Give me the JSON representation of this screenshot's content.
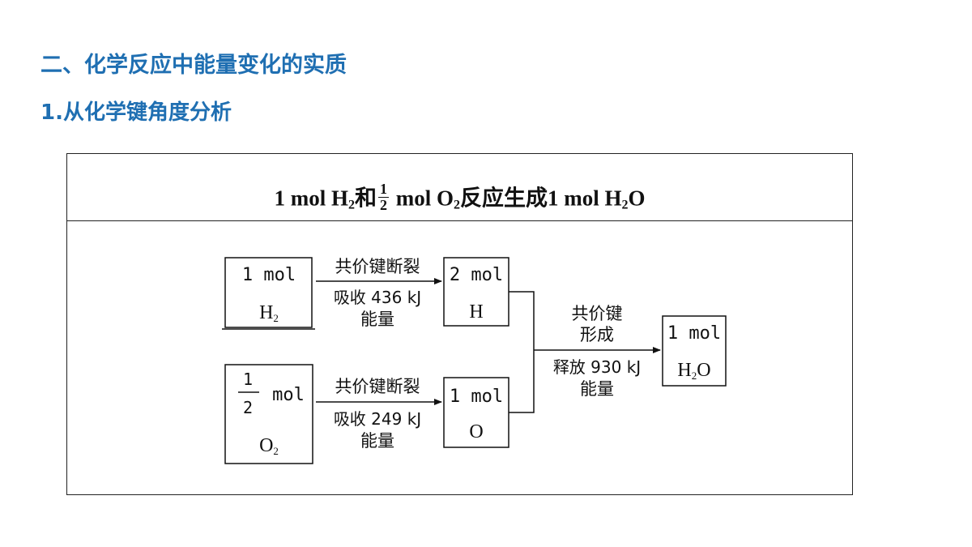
{
  "section_heading": "二、化学反应中能量变化的实质",
  "sub_heading": "1.从化学键角度分析",
  "panel": {
    "title_part1": "1 mol H",
    "title_sub1": "2",
    "title_part2": "和",
    "frac_num": "1",
    "frac_den": "2",
    "title_part3": " mol O",
    "title_sub2": "2",
    "title_part4": "反应生成1 mol H",
    "title_sub3": "2",
    "title_part5": "O"
  },
  "diagram": {
    "h2_box": {
      "amount": "1 mol",
      "species": "H",
      "sub": "2"
    },
    "o2_box": {
      "frac_num": "1",
      "frac_den": "2",
      "unit": "mol",
      "species": "O",
      "sub": "2"
    },
    "h_box": {
      "amount": "2 mol",
      "species": "H"
    },
    "o_box": {
      "amount": "1 mol",
      "species": "O"
    },
    "h2o_box": {
      "amount": "1 mol",
      "species": "H",
      "sub": "2",
      "species_end": "O"
    },
    "arrow1": {
      "label_top": "共价键断裂",
      "label_mid": "吸收 436 kJ",
      "label_bottom": "能量"
    },
    "arrow2": {
      "label_top": "共价键断裂",
      "label_mid": "吸收 249 kJ",
      "label_bottom": "能量"
    },
    "arrow3": {
      "label_top1": "共价键",
      "label_top2": "形成",
      "label_mid": "释放 930 kJ",
      "label_bottom": "能量"
    }
  }
}
